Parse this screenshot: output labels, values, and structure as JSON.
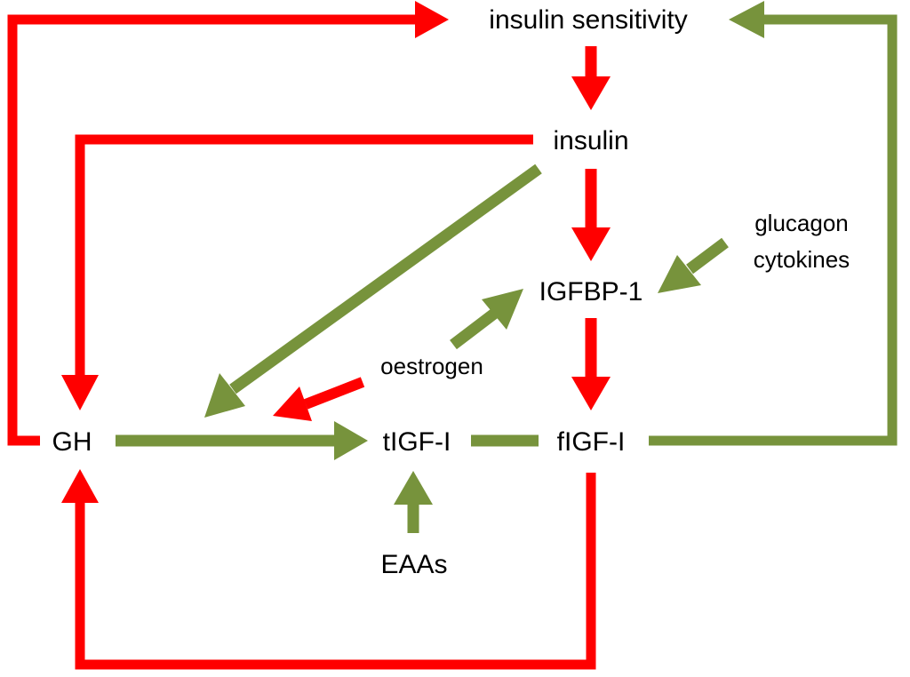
{
  "colors": {
    "inhibit": "#ff0000",
    "stimulate": "#77933c",
    "text": "#000000",
    "background": "#ffffff"
  },
  "nodes": {
    "insulin_sensitivity": "insulin sensitivity",
    "insulin": "insulin",
    "glucagon": "glucagon",
    "cytokines": "cytokines",
    "igfbp1": "IGFBP-1",
    "oestrogen": "oestrogen",
    "gh": "GH",
    "tigf": "tIGF-I",
    "figf": "fIGF-I",
    "eaas": "EAAs"
  },
  "connectors": [
    {
      "from": "GH",
      "to": "insulin sensitivity",
      "color": "inhibit"
    },
    {
      "from": "insulin sensitivity",
      "to": "insulin",
      "color": "inhibit"
    },
    {
      "from": "insulin",
      "to": "GH",
      "color": "inhibit"
    },
    {
      "from": "insulin",
      "to": "IGFBP-1",
      "color": "inhibit"
    },
    {
      "from": "insulin",
      "to": "GH→tIGF-I",
      "color": "stimulate"
    },
    {
      "from": "glucagon / cytokines",
      "to": "IGFBP-1",
      "color": "stimulate"
    },
    {
      "from": "oestrogen",
      "to": "IGFBP-1",
      "color": "stimulate"
    },
    {
      "from": "oestrogen",
      "to": "GH→tIGF-I",
      "color": "inhibit"
    },
    {
      "from": "IGFBP-1",
      "to": "fIGF-I",
      "color": "inhibit"
    },
    {
      "from": "GH",
      "to": "tIGF-I",
      "color": "stimulate"
    },
    {
      "from": "tIGF-I",
      "to": "fIGF-I",
      "color": "stimulate"
    },
    {
      "from": "fIGF-I",
      "to": "insulin sensitivity",
      "color": "stimulate"
    },
    {
      "from": "EAAs",
      "to": "tIGF-I",
      "color": "stimulate"
    },
    {
      "from": "fIGF-I",
      "to": "GH",
      "color": "inhibit"
    }
  ]
}
